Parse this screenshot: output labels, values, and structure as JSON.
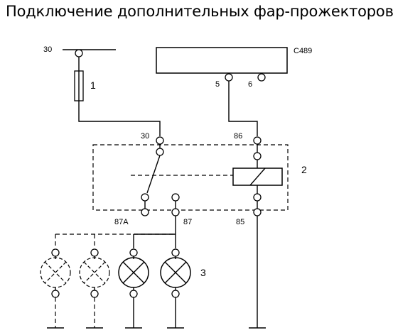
{
  "title": "Подключение дополнительных фар-прожекторов",
  "labels": {
    "supply": "30",
    "fuse_num": "1",
    "connector": "C489",
    "pin5": "5",
    "pin6": "6",
    "relay_30": "30",
    "relay_86": "86",
    "relay_num": "2",
    "relay_87a": "87A",
    "relay_87": "87",
    "relay_85": "85",
    "lamps_num": "3"
  }
}
